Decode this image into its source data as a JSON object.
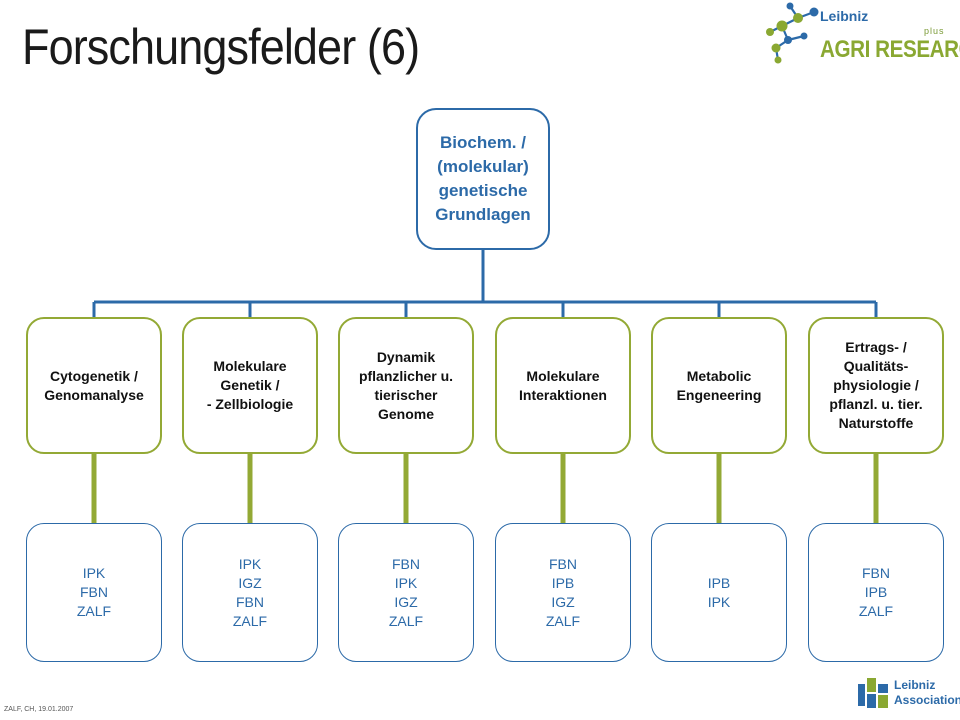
{
  "title": "Forschungsfelder (6)",
  "root": {
    "label": "Biochem. /\n(molekular)\ngenetische\nGrundlagen"
  },
  "categories": [
    {
      "label": "Cytogenetik /\nGenomanalyse",
      "institutes": [
        "IPK",
        "FBN",
        "ZALF"
      ]
    },
    {
      "label": "Molekulare\nGenetik /\n- Zellbiologie",
      "institutes": [
        "IPK",
        "IGZ",
        "FBN",
        "ZALF"
      ]
    },
    {
      "label": "Dynamik\npflanzlicher u.\ntierischer\nGenome",
      "institutes": [
        "FBN",
        "IPK",
        "IGZ",
        "ZALF"
      ]
    },
    {
      "label": "Molekulare\nInteraktionen",
      "institutes": [
        "FBN",
        "IPB",
        "IGZ",
        "ZALF"
      ]
    },
    {
      "label": "Metabolic\nEngeneering",
      "institutes": [
        "IPB",
        "IPK"
      ]
    },
    {
      "label": "Ertrags- /\nQualitäts-\nphysiologie /\npflanzl. u. tier.\nNaturstoffe",
      "institutes": [
        "FBN",
        "IPB",
        "ZALF"
      ]
    }
  ],
  "logos": {
    "agri_research": {
      "leibniz": "Leibniz",
      "plus": "plus",
      "name": "AGRI RESEARCH"
    },
    "leibniz_association": {
      "line1": "Leibniz",
      "line2": "Association"
    }
  },
  "footer": "ZALF, CH, 19.01.2007",
  "colors": {
    "blue": "#2c6aa8",
    "green": "#93a935"
  }
}
